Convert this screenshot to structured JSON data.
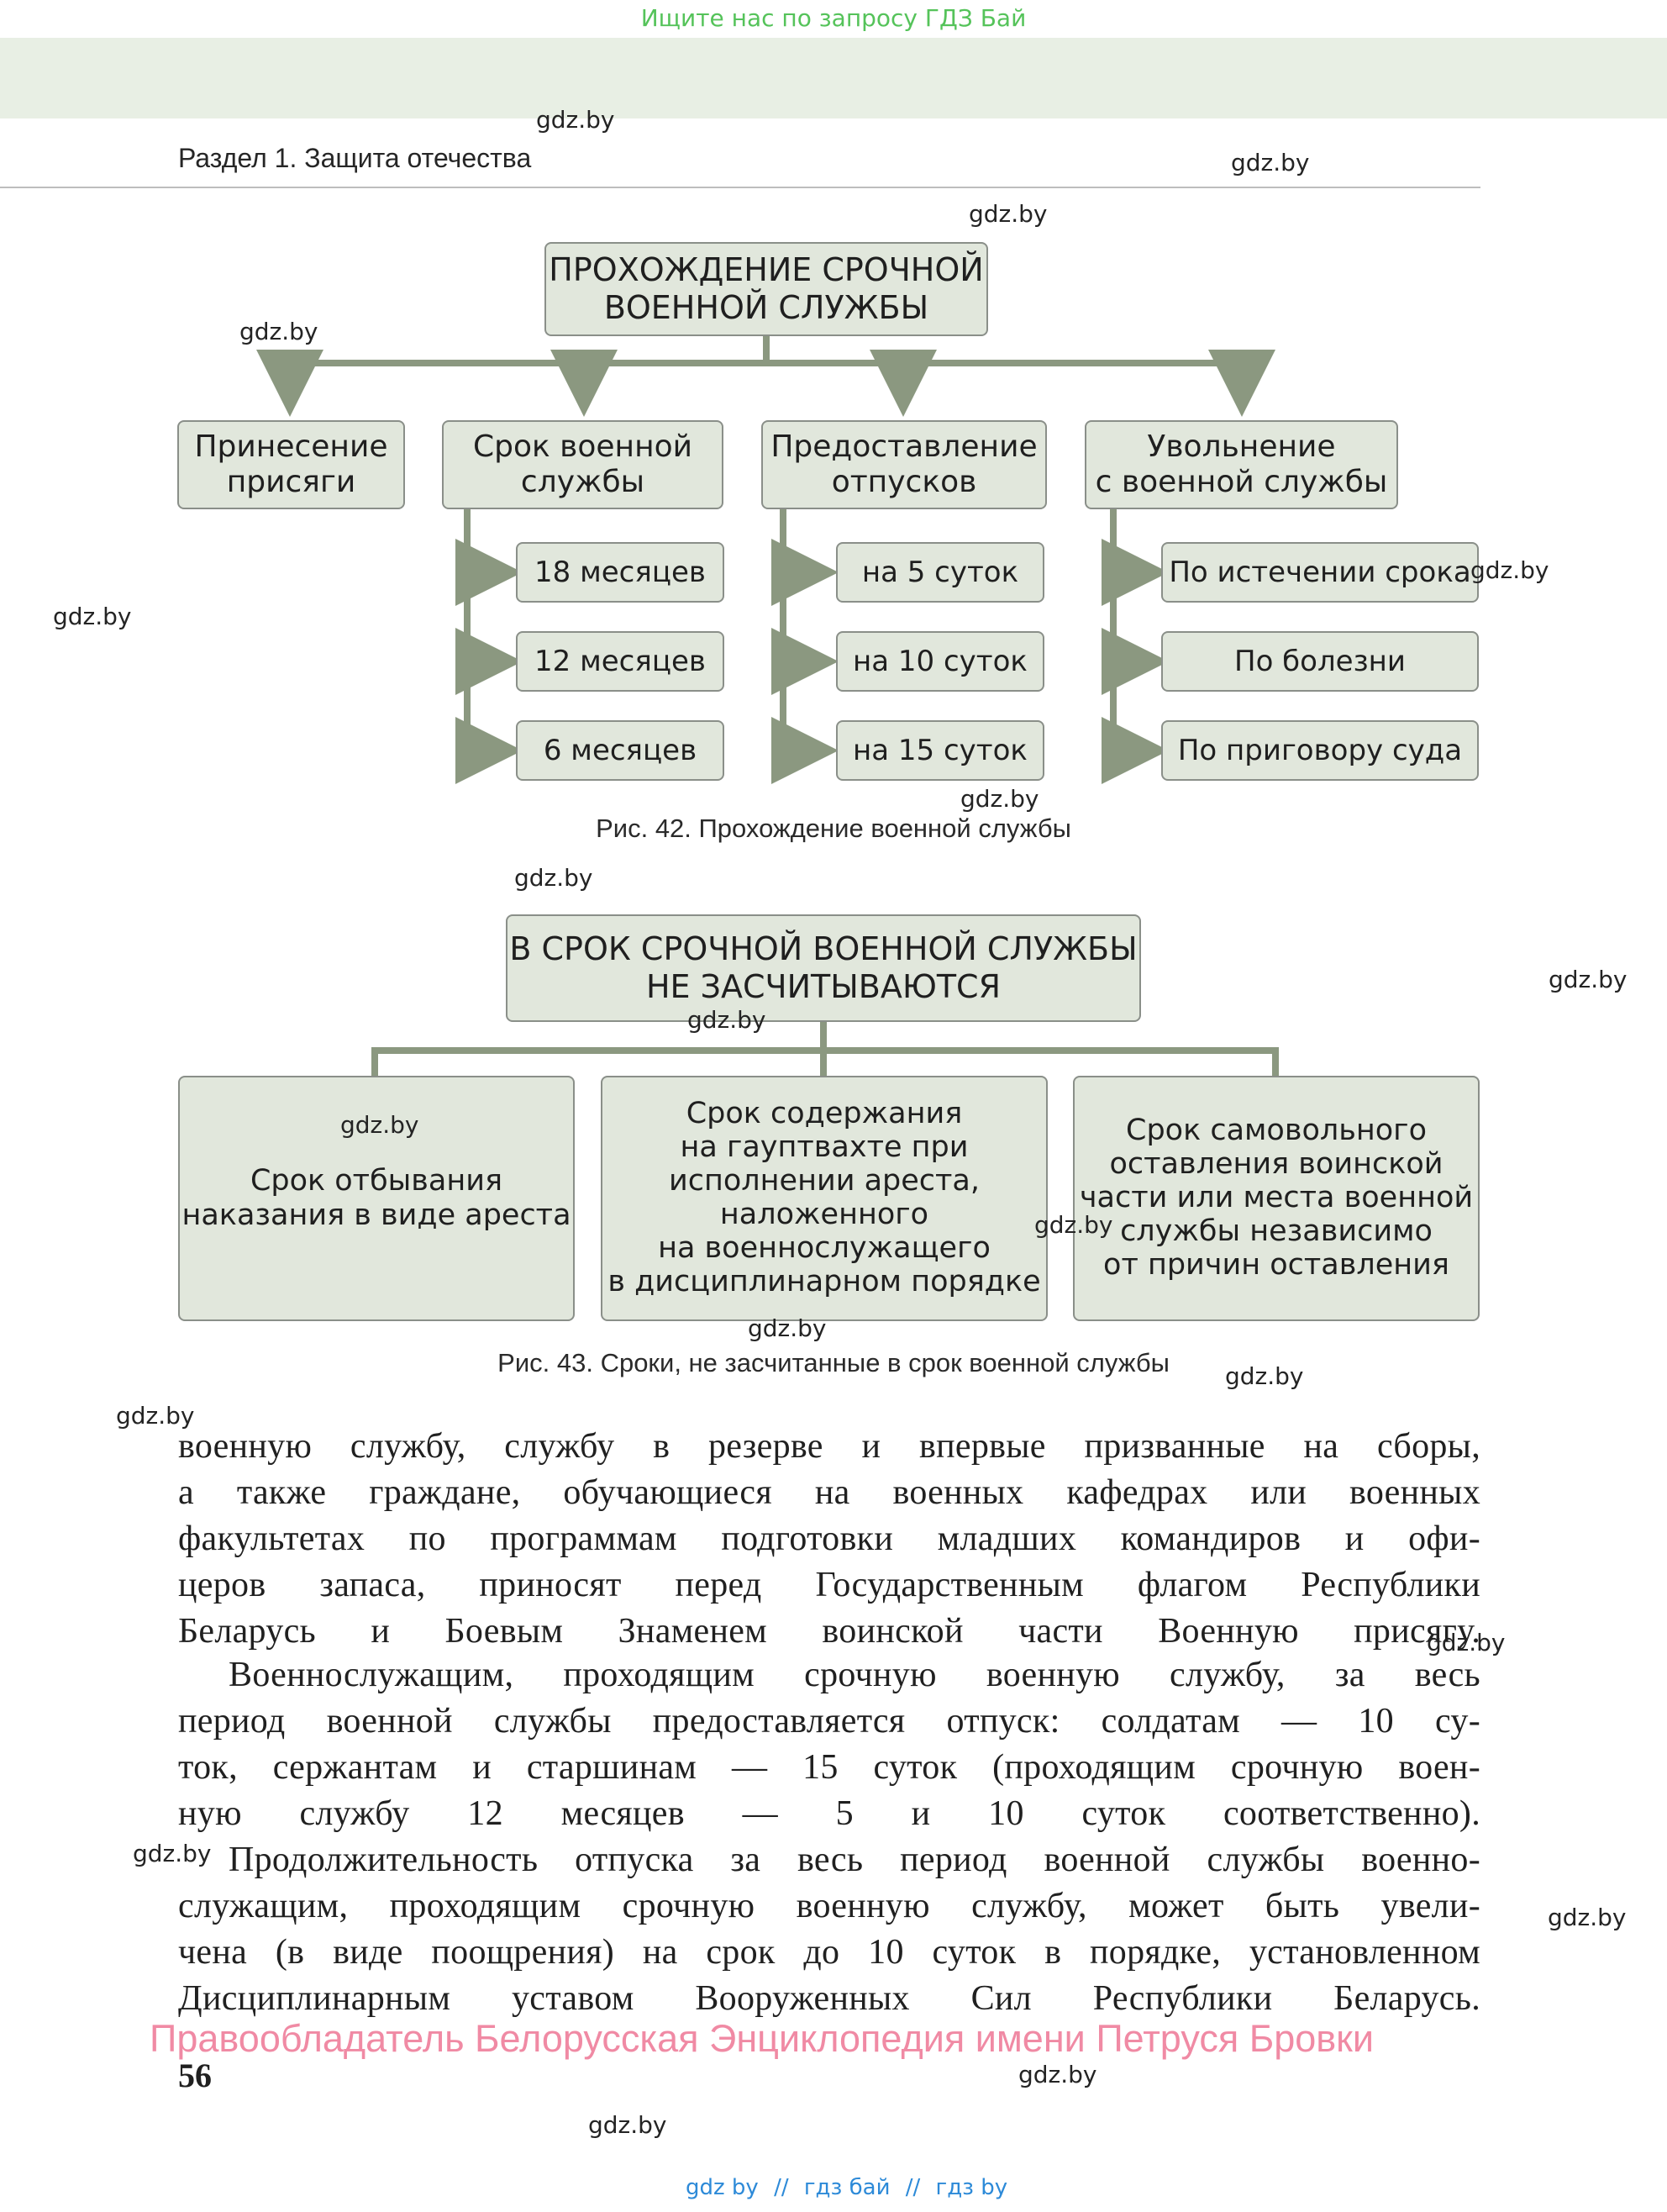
{
  "top_note": "Ищите нас по запросу ГДЗ Бай",
  "section_header": "Раздел 1. Защита отечества",
  "watermark": "gdz.by",
  "diagram42": {
    "root": "ПРОХОЖДЕНИЕ СРОЧНОЙ\nВОЕННОЙ СЛУЖБЫ",
    "branches": [
      {
        "label": "Принесение\nприсяги",
        "children": []
      },
      {
        "label": "Срок военной\nслужбы",
        "children": [
          "18 месяцев",
          "12 месяцев",
          "6 месяцев"
        ]
      },
      {
        "label": "Предоставление\nотпусков",
        "children": [
          "на 5 суток",
          "на 10 суток",
          "на 15 суток"
        ]
      },
      {
        "label": "Увольнение\nс военной службы",
        "children": [
          "По истечении срока",
          "По болезни",
          "По приговору суда"
        ]
      }
    ],
    "caption": "Рис. 42. Прохождение военной службы"
  },
  "diagram43": {
    "root": "В СРОК СРОЧНОЙ ВОЕННОЙ СЛУЖБЫ\nНЕ ЗАСЧИТЫВАЮТСЯ",
    "items": [
      "Срок отбывания\nнаказания в виде ареста",
      "Срок содержания\nна гауптвахте при\nисполнении ареста,\nналоженного\nна военнослужащего\nв дисциплинарном порядке",
      "Срок самовольного\nоставления воинской\nчасти или места военной\nслужбы независимо\nот причин оставления"
    ],
    "caption": "Рис. 43. Сроки, не засчитанные в срок военной службы"
  },
  "paragraphs": [
    {
      "lines": [
        "военную службу, службу в резерве и впервые призванные на сборы,",
        "а также граждане, обучающиеся на военных кафедрах или военных",
        "факультетах по программам подготовки младших командиров и офи-",
        "церов запаса, приносят перед Государственным флагом Республики",
        "Беларусь и Боевым Знаменем воинской части Военную присягу."
      ]
    },
    {
      "lines": [
        "Военнослужащим, проходящим срочную военную службу, за весь",
        "период военной службы предоставляется отпуск: солдатам — 10 су-",
        "ток, сержантам и старшинам — 15 суток (проходящим срочную воен-",
        "ную службу 12 месяцев — 5 и 10 суток соответственно)."
      ]
    },
    {
      "lines": [
        "Продолжительность отпуска за весь период военной службы военно-",
        "служащим, проходящим срочную военную службу, может быть увели-",
        "чена (в виде поощрения) на срок до 10 суток в порядке, установленном",
        "Дисциплинарным уставом Вооруженных Сил Республики Беларусь."
      ]
    }
  ],
  "rights_holder": "Правообладатель Белорусская Энциклопедия имени Петруся Бровки",
  "page_number": "56",
  "footer_links": {
    "link1": "gdz by",
    "sep1": "//",
    "link2": "гдз бай",
    "sep2": "//",
    "link3": "гдз by"
  },
  "colors": {
    "box_fill": "#e1e7dc",
    "box_border": "#8a8f89",
    "connector": "#8b9880",
    "top_note": "#55c35a",
    "rights": "#f08aa4",
    "footer": "#2d8ad8"
  }
}
